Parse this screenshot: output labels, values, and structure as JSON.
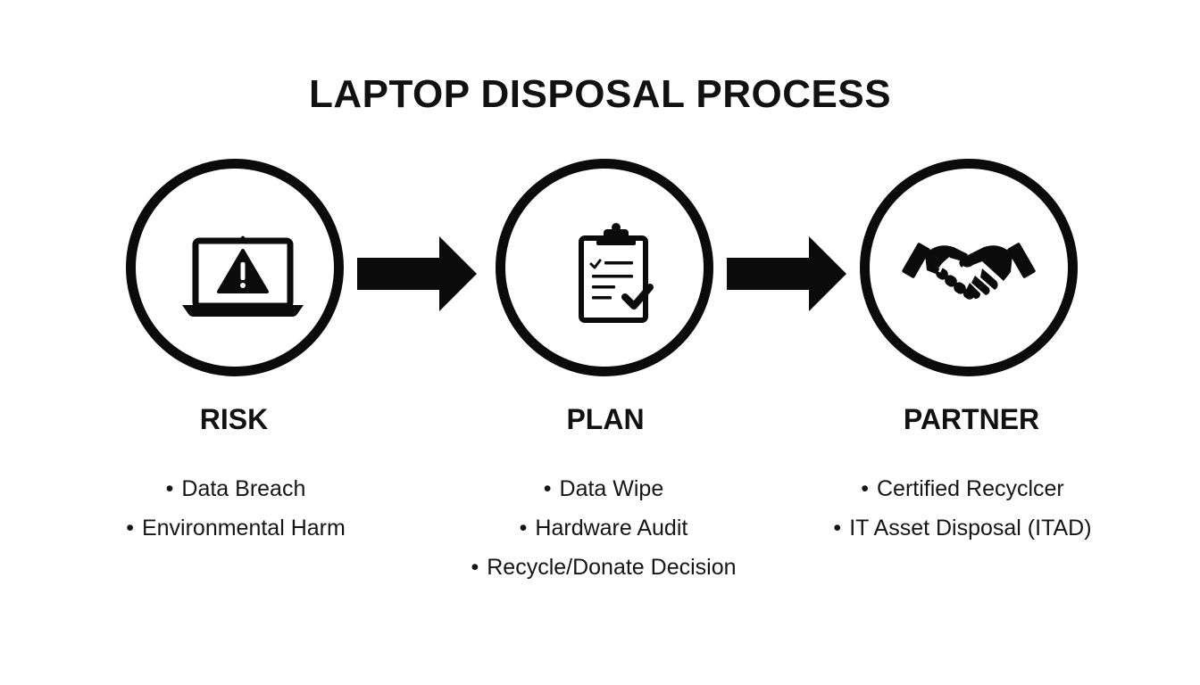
{
  "title": "LAPTOP DISPOSAL PROCESS",
  "colors": {
    "ink": "#0b0b0b",
    "background": "#ffffff"
  },
  "steps": [
    {
      "label": "RISK",
      "icon": "laptop-warning-icon",
      "bullets": [
        "Data Breach",
        "Environmental Harm"
      ]
    },
    {
      "label": "PLAN",
      "icon": "clipboard-checklist-icon",
      "bullets": [
        "Data Wipe",
        "Hardware Audit",
        "Recycle/Donate Decision"
      ]
    },
    {
      "label": "PARTNER",
      "icon": "handshake-icon",
      "bullets": [
        "Certified Recyclcer",
        "IT Asset Disposal (ITAD)"
      ]
    }
  ],
  "connectors": [
    "arrow-right-icon",
    "arrow-right-icon"
  ]
}
